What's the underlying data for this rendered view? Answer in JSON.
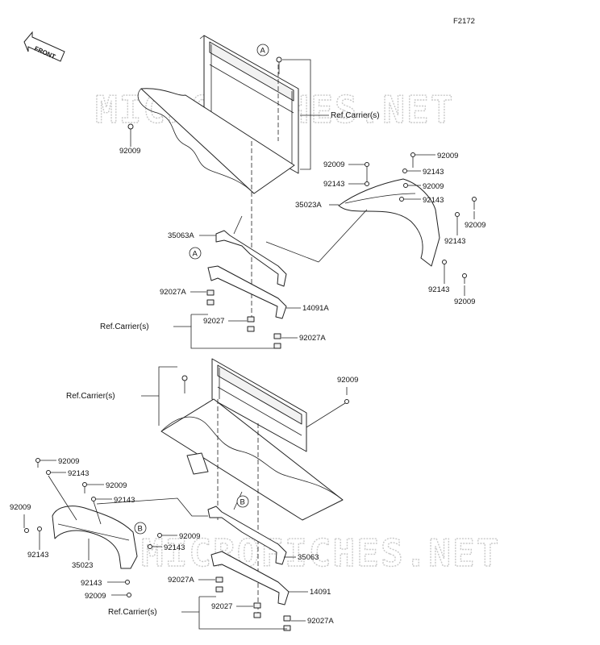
{
  "figure_number": "F2172",
  "front_arrow": "FRONT",
  "watermarks": [
    "MICROFICHES.NET",
    "MICROFICHES.NET"
  ],
  "markers": {
    "A": "A",
    "B": "B"
  },
  "labels_top": {
    "p92009_left": "92009",
    "ref_carrier_top": "Ref.Carrier(s)",
    "p92009_a": "92009",
    "p92143_a": "92143",
    "p92009_b": "92009",
    "p92143_b": "92143",
    "p92009_c": "92009",
    "p92143_c": "92143",
    "p35023A": "35023A",
    "p92009_d": "92009",
    "p92143_d": "92143",
    "p35063A": "35063A",
    "p92143_e": "92143",
    "p92009_e": "92009",
    "p92027A_a": "92027A",
    "p14091A": "14091A",
    "ref_carrier_mid": "Ref.Carrier(s)",
    "p92027": "92027",
    "p92027A_b": "92027A"
  },
  "labels_bottom": {
    "p92009_r": "92009",
    "ref_carrier_b1": "Ref.Carrier(s)",
    "p92009_f": "92009",
    "p92143_f": "92143",
    "p92009_g": "92009",
    "p92143_g": "92143",
    "p92009_h": "92009",
    "p92143_h": "92143",
    "p92009_i": "92009",
    "p92143_i": "92143",
    "p35023": "35023",
    "p35063": "35063",
    "p92143_j": "92143",
    "p92009_j": "92009",
    "p92027A_c": "92027A",
    "p14091": "14091",
    "p92027_b": "92027",
    "ref_carrier_b2": "Ref.Carrier(s)",
    "p92027A_d": "92027A"
  }
}
